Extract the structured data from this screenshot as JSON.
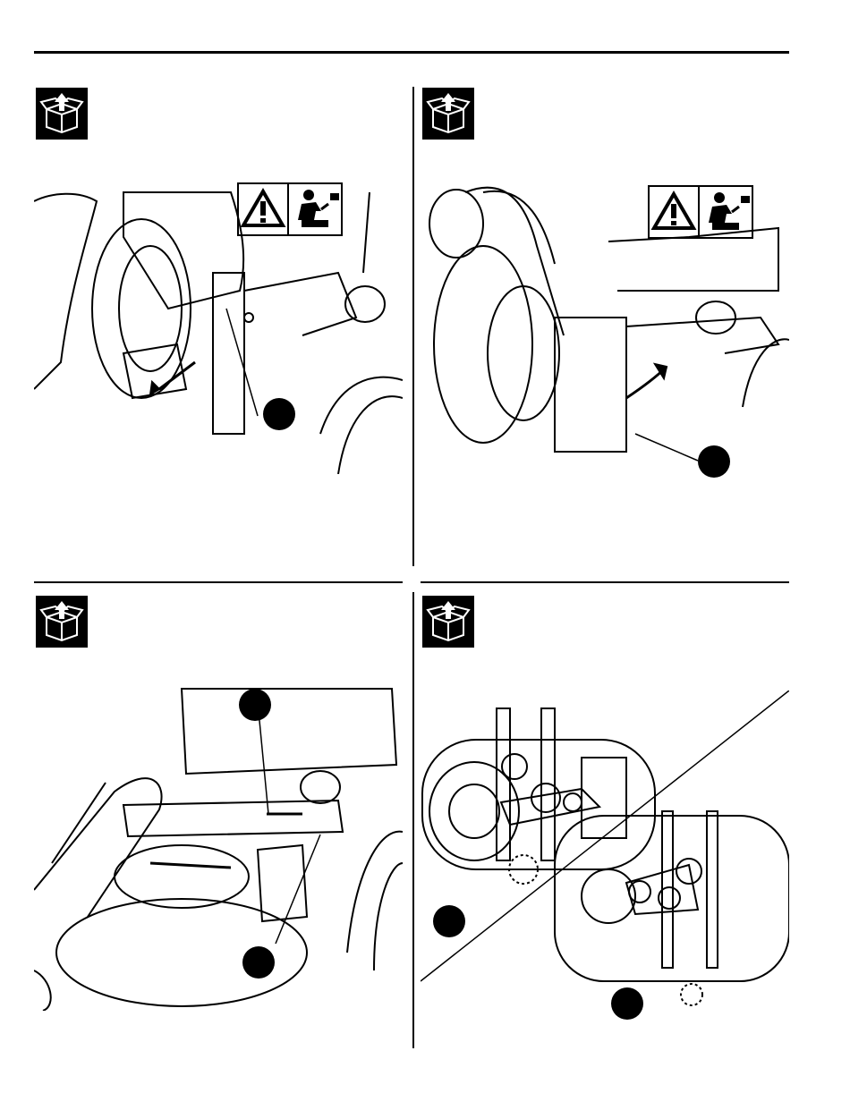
{
  "page": {
    "top_rule": "",
    "panels": [
      {
        "id": "p1",
        "icon": "unpack-box-icon",
        "warning": "hand-hazard-warning-icon",
        "callouts": 1
      },
      {
        "id": "p2",
        "icon": "unpack-box-icon",
        "warning": "hand-hazard-warning-icon",
        "callouts": 1
      },
      {
        "id": "p3",
        "icon": "unpack-box-icon",
        "callouts": 2
      },
      {
        "id": "p4",
        "icon": "unpack-box-icon",
        "callouts": 2
      }
    ]
  },
  "colors": {
    "ink": "#000000",
    "paper": "#ffffff"
  }
}
